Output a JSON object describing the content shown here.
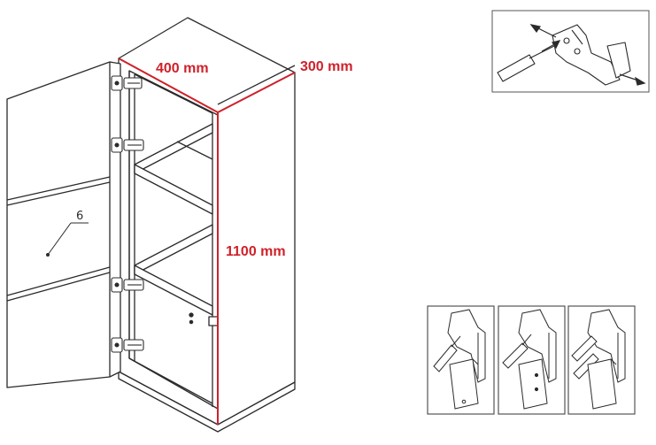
{
  "dimensions": {
    "width": "400 mm",
    "depth": "300 mm",
    "height": "1100 mm"
  },
  "callout_number": "6",
  "colors": {
    "dimension": "#d0212a",
    "outline": "#2b2b2b",
    "box_border": "#555555"
  },
  "icons": {
    "hinge_adjust": "hinge-adjust-icon",
    "hinge_steps": "hinge-step-icon"
  }
}
